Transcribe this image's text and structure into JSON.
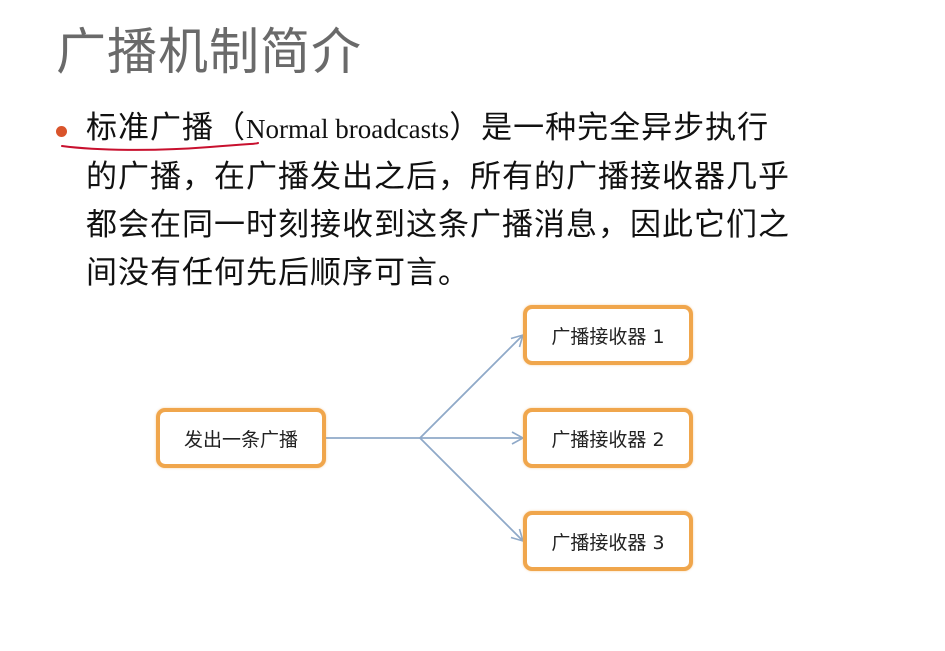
{
  "slide": {
    "title": "广播机制简介",
    "body": {
      "line1_term": "标准广播",
      "line1_open": "（",
      "line1_latin": "Normal broadcasts",
      "line1_rest": "）是一种完全异步执行",
      "line2": "的广播，在广播发出之后，所有的广播接收器几乎",
      "line3": "都会在同一时刻接收到这条广播消息，因此它们之",
      "line4": "间没有任何先后顺序可言。"
    },
    "accent_color": "#d9542b",
    "underline_color": "#c8102e"
  },
  "diagram": {
    "source": "发出一条广播",
    "receivers": [
      "广播接收器 1",
      "广播接收器 2",
      "广播接收器 3"
    ],
    "node_border_color": "#f0a64c",
    "arrow_color": "#8fa9c8"
  }
}
